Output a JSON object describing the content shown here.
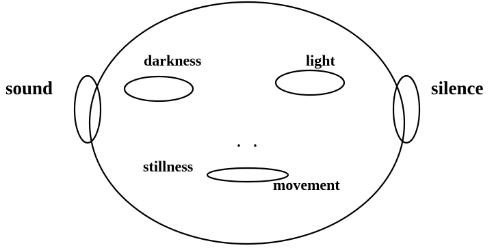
{
  "labels": {
    "sound": "sound",
    "silence": "silence",
    "darkness": "darkness",
    "light": "light",
    "stillness": "stillness",
    "movement": "movement"
  },
  "colors": {
    "stroke": "#000000",
    "background": "#ffffff"
  }
}
